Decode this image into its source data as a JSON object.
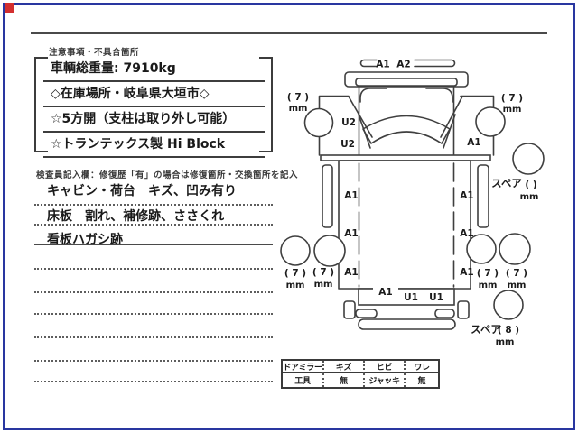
{
  "frame": {
    "border_color": "#2936a0",
    "corner_marker_color": "#d32f2f"
  },
  "notes": {
    "section_label": "注意事項・不具合箇所",
    "items": [
      "車輌総重量: 7910kg",
      "◇在庫場所・岐阜県大垣市◇",
      "☆5方開（支柱は取り外し可能）",
      "☆トランテックス製 Hi Block"
    ]
  },
  "inspector": {
    "section_label": "検査員記入欄：修復歴「有」の場合は修復箇所・交換箇所を記入",
    "entries": [
      "キャビン・荷台　キズ、凹み有り",
      "床板　割れ、補修跡、ささくれ",
      "看板ハガシ跡"
    ],
    "blank_line_count": 6
  },
  "diagram": {
    "front_labels": {
      "a1": "A1",
      "a2": "A2"
    },
    "cab": {
      "u2_upper": "U2",
      "u2_lower": "U2",
      "right_a1": "A1"
    },
    "bed_left": [
      "A1",
      "A1",
      "A1"
    ],
    "bed_right": [
      "A1",
      "A1",
      "A1"
    ],
    "rear": {
      "a1": "A1",
      "u1_left": "U1",
      "u1_right": "U1"
    },
    "tires": {
      "front_left": {
        "depth": "( 7 )",
        "unit": "mm"
      },
      "front_right": {
        "depth": "( 7 )",
        "unit": "mm"
      },
      "rear_left_outer": {
        "depth": "( 7 )",
        "unit": "mm"
      },
      "rear_left_inner": {
        "depth": "( 7 )",
        "unit": "mm"
      },
      "rear_right_inner": {
        "depth": "( 7 )",
        "unit": "mm"
      },
      "rear_right_outer": {
        "depth": "( 7 )",
        "unit": "mm"
      },
      "spare_upper": {
        "label": "スペア",
        "depth": "(    )",
        "unit": "mm"
      },
      "spare_lower": {
        "label": "スペア",
        "depth": "( 8 )",
        "unit": "mm"
      }
    }
  },
  "equipment_table": {
    "rows": [
      [
        "ドアミラー",
        "キズ",
        "ヒビ",
        "ワレ"
      ],
      [
        "工具",
        "無",
        "ジャッキ",
        "無"
      ]
    ]
  }
}
